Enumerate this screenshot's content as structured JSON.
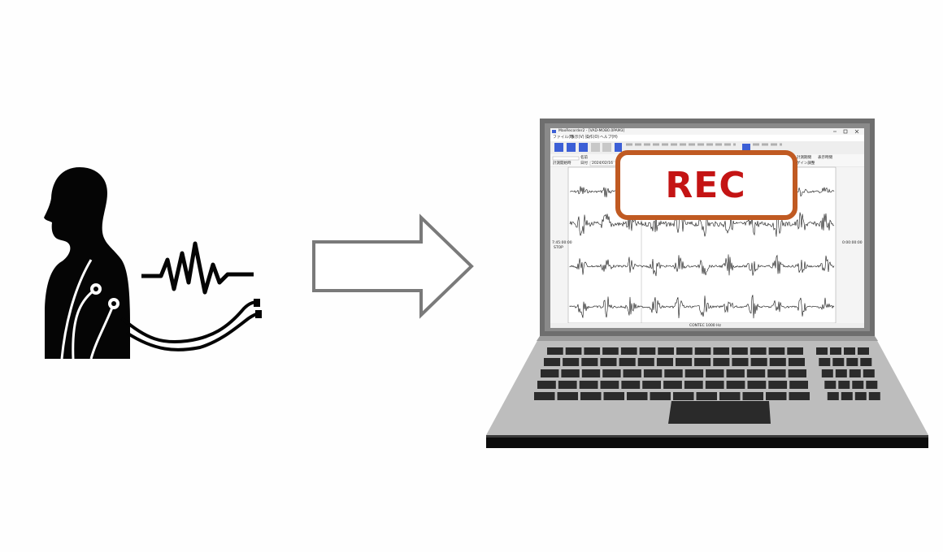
{
  "colors": {
    "silhouette": "#050505",
    "arrow_stroke": "#7a7a7a",
    "laptop_body": "#bdbdbd",
    "laptop_frame": "#6b6b6b",
    "rec_border": "#c05a22",
    "rec_text": "#c41414"
  },
  "icons": [
    "person-with-electrodes-icon",
    "heartbeat-wave-icon",
    "right-arrow-icon",
    "laptop-icon"
  ],
  "window": {
    "title": "MaxRecorder2 - [VAD-MOB0.0PAM3]",
    "menu": [
      "ファイル(F)",
      "表示(V)",
      "操作(O)",
      "ヘルプ(H)"
    ],
    "info_left": "計測開始時",
    "info_name": "名前",
    "info_date": "日付",
    "info_datetime": "2024/02/16",
    "info_right_1": "計測期間",
    "info_right_2": "表示時間",
    "info_right_3": "ゲイン調整",
    "time_left": "7:45:00:00",
    "stop_label": "STOP",
    "time_right": "0:00:00:00",
    "status": "CONTEC 1000 Hz"
  },
  "rec_label": "REC"
}
